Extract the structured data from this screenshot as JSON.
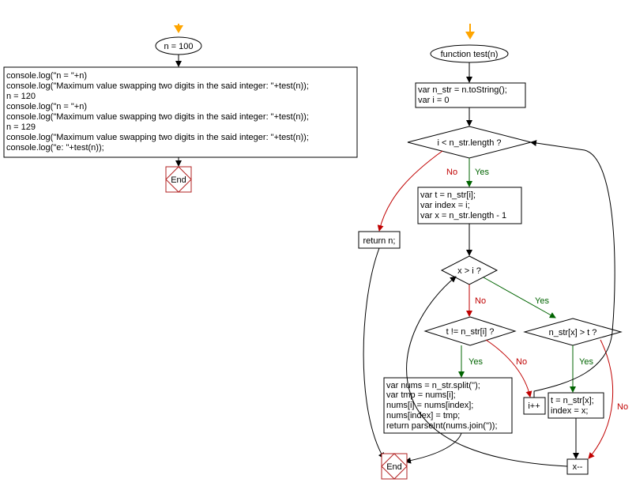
{
  "left": {
    "start": "n = 100",
    "code_lines": [
      "console.log(\"n = \"+n)",
      "console.log(\"Maximum value swapping two digits in the said integer: \"+test(n));",
      "n = 120",
      "console.log(\"n = \"+n)",
      "console.log(\"Maximum value swapping two digits in the said integer: \"+test(n));",
      "n = 129",
      "console.log(\"Maximum value swapping two digits in the said integer: \"+test(n));",
      "console.log(\"e: \"+test(n));"
    ],
    "end": "End"
  },
  "right": {
    "func": "function test(n)",
    "init_lines": [
      "var n_str = n.toString();",
      "var i = 0"
    ],
    "cond_loop": "i < n_str.length ?",
    "body_lines": [
      "var t = n_str[i];",
      "var index = i;",
      "var x = n_str.length - 1"
    ],
    "return_n": "return n;",
    "cond_x": "x > i ?",
    "cond_t": "t != n_str[i] ?",
    "cond_nx": "n_str[x] > t ?",
    "swap_lines": [
      "var nums = n_str.split('');",
      "var tmp = nums[i];",
      "nums[i] = nums[index];",
      "nums[index] = tmp;",
      "return parseInt(nums.join(''));"
    ],
    "inc_i": "i++",
    "assign_lines": [
      "t = n_str[x];",
      "index = x;"
    ],
    "dec_x": "x--",
    "end": "End"
  },
  "labels": {
    "yes": "Yes",
    "no": "No"
  },
  "colors": {
    "start_arrow": "#ffa500",
    "yes": "#006400",
    "no": "#c00000",
    "end_border": "#b22222"
  }
}
